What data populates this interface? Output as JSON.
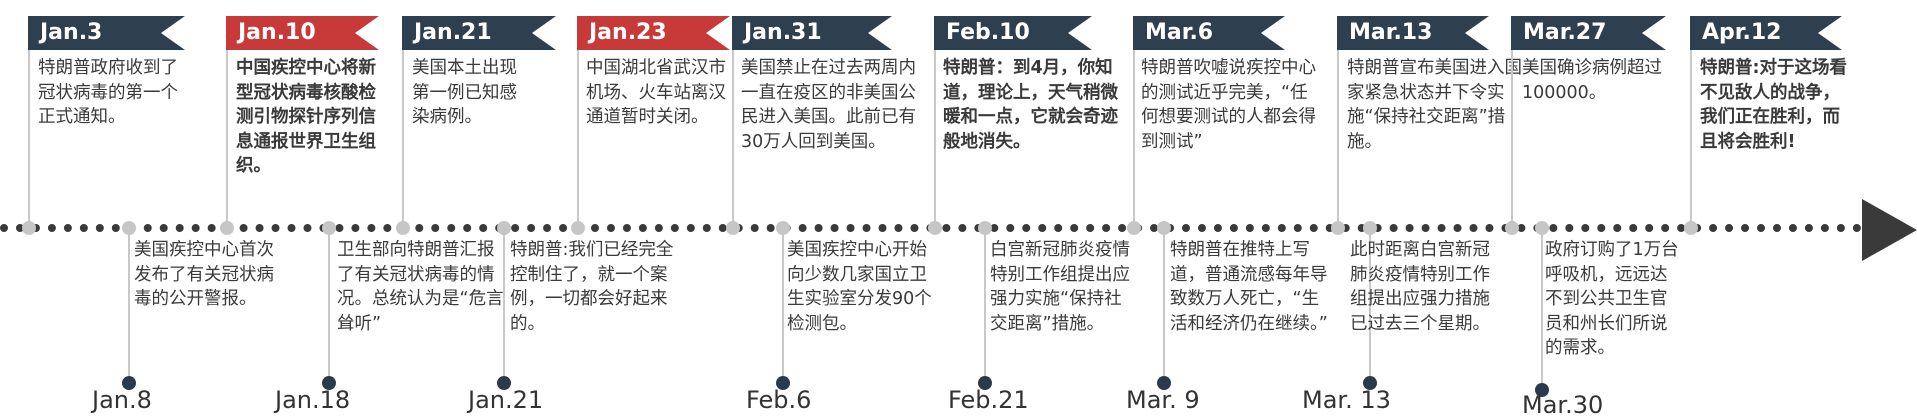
{
  "top_events": [
    {
      "date": "Jan.3",
      "flag": "navy",
      "text": "特朗普政府收到了冠状病毒的第一个正式通知。",
      "bold": false
    },
    {
      "date": "Jan.10",
      "flag": "red",
      "text": "中国疾控中心将新型冠状病毒核酸检测引物探针序列信息通报世界卫生组织。",
      "bold": true
    },
    {
      "date": "Jan.21",
      "flag": "navy",
      "text": "美国本土出现第一例已知感染病例。",
      "bold": false
    },
    {
      "date": "Jan.23",
      "flag": "red",
      "text": "中国湖北省武汉市机场、火车站离汉通道暂时关闭。",
      "bold": false
    },
    {
      "date": "Jan.31",
      "flag": "navy",
      "text": "美国禁止在过去两周内一直在疫区的非美国公民进入美国。此前已有30万人回到美国。",
      "bold": false
    },
    {
      "date": "Feb.10",
      "flag": "navy",
      "text": "特朗普：到4月，你知道，理论上，天气稍微暖和一点，它就会奇迹般地消失。",
      "bold": true
    },
    {
      "date": "Mar.6",
      "flag": "navy",
      "text": "特朗普吹嘘说疾控中心的测试近乎完美，“任何想要测试的人都会得到测试”",
      "bold": false
    },
    {
      "date": "Mar.13",
      "flag": "navy",
      "text": "特朗普宣布美国进入国家紧急状态并下令实施“保持社交距离”措施。",
      "bold": false
    },
    {
      "date": "Mar.27",
      "flag": "navy",
      "text": "美国确诊病例超过100000。",
      "bold": false
    },
    {
      "date": "Apr.12",
      "flag": "navy",
      "text": "特朗普:对于这场看不见敌人的战争，我们正在胜利，而且将会胜利!",
      "bold": true
    }
  ],
  "bottom_events": [
    {
      "date": "Jan.8",
      "text": "美国疾控中心首次发布了有关冠状病毒的公开警报。"
    },
    {
      "date": "Jan.18",
      "text": "卫生部向特朗普汇报了有关冠状病毒的情况。总统认为是“危言耸听”"
    },
    {
      "date": "Jan.21",
      "text": "特朗普:我们已经完全控制住了，就一个案例，一切都会好起来的。"
    },
    {
      "date": "Feb.6",
      "text": "美国疾控中心开始向少数几家国立卫生实验室分发90个检测包。"
    },
    {
      "date": "Feb.21",
      "text": "白宫新冠肺炎疫情特别工作组提出应强力实施“保持社交距离”措施。"
    },
    {
      "date": "Mar. 9",
      "text": "特朗普在推特上写道，普通流感每年导致数万人死亡，“生活和经济仍在继续。”"
    },
    {
      "date": "Mar. 13",
      "text": "此时距离白宫新冠肺炎疫情特别工作组提出应强力措施已过去三个星期。"
    },
    {
      "date": "Mar.30",
      "text": "政府订购了1万台呼吸机，远远达不到公共卫生官员和州长们所说的需求。"
    }
  ]
}
